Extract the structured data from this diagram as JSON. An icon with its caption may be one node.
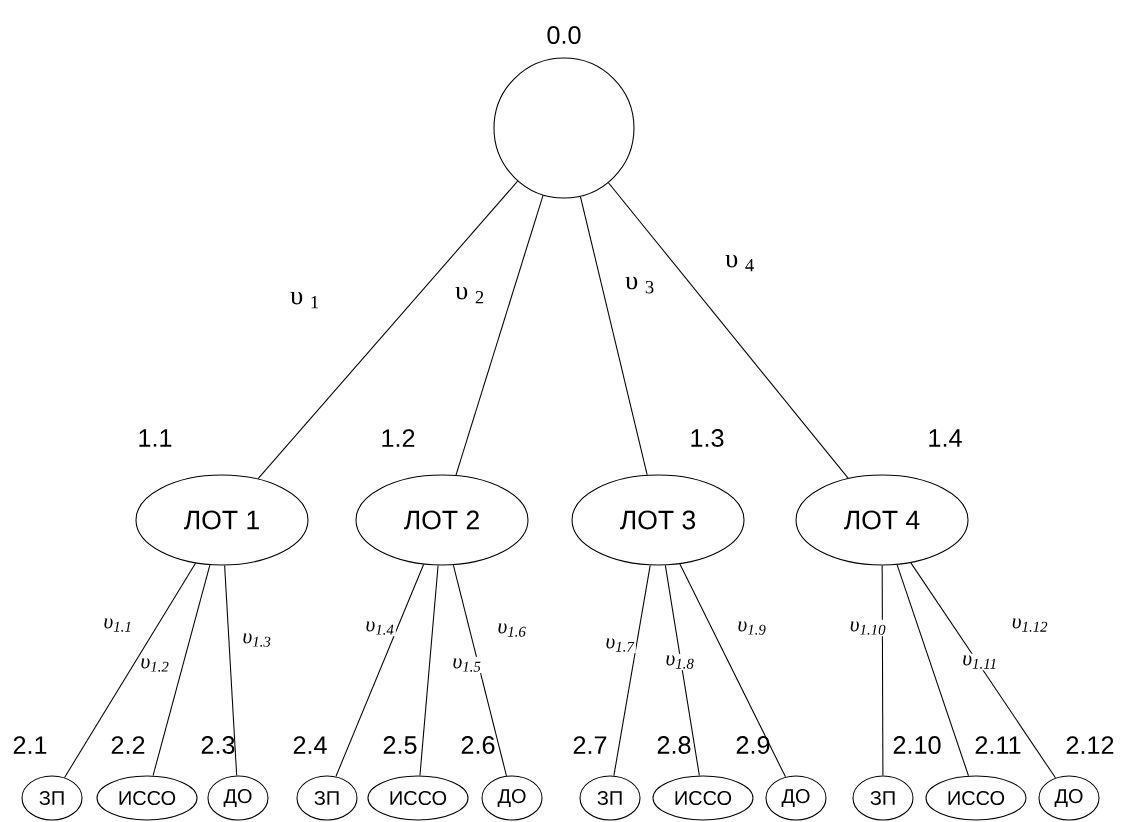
{
  "diagram": {
    "nodes": [
      {
        "text": [],
        "shape": "circle",
        "beside": [
          "0.0"
        ]
      },
      {
        "text": [
          "ЛОТ 1"
        ],
        "beside": [
          "1.1"
        ]
      },
      {
        "text": [
          "ЛОТ 2"
        ],
        "beside": [
          "1.2"
        ]
      },
      {
        "text": [
          "ЛОТ 3"
        ],
        "beside": [
          "1.3"
        ]
      },
      {
        "text": [
          "ЛОТ 4"
        ],
        "beside": [
          "1.4"
        ]
      },
      {
        "text": [
          "ЗП"
        ],
        "beside": [
          "2.1"
        ]
      },
      {
        "text": [
          "ИССО"
        ],
        "beside": [
          "2.2"
        ]
      },
      {
        "text": [
          "ДО"
        ],
        "beside": [
          "2.3"
        ]
      },
      {
        "text": [
          "ЗП"
        ],
        "beside": [
          "2.4"
        ]
      },
      {
        "text": [
          "ИССО"
        ],
        "beside": [
          "2.5"
        ]
      },
      {
        "text": [
          "ДО"
        ],
        "beside": [
          "2.6"
        ]
      },
      {
        "text": [
          "ЗП"
        ],
        "beside": [
          "2.7"
        ]
      },
      {
        "text": [
          "ИССО"
        ],
        "beside": [
          "2.8"
        ]
      },
      {
        "text": [
          "ДО"
        ],
        "beside": [
          "2.9"
        ]
      },
      {
        "text": [
          "ЗП"
        ],
        "beside": [
          "2.10"
        ]
      },
      {
        "text": [
          "ИССО"
        ],
        "beside": [
          "2.11"
        ]
      },
      {
        "text": [
          "ДО"
        ],
        "beside": [
          "2.12"
        ]
      }
    ],
    "edges": [
      {
        "from": 0,
        "to": 1,
        "arrow": "none",
        "label": "υ $_{1}$"
      },
      {
        "from": 0,
        "to": 2,
        "arrow": "none",
        "label": "υ $_{2}$"
      },
      {
        "from": 0,
        "to": 3,
        "arrow": "none",
        "label": "υ $_{3}$"
      },
      {
        "from": 0,
        "to": 4,
        "arrow": "none",
        "label": "υ $_{4}$"
      },
      {
        "from": 1,
        "to": 5,
        "arrow": "none",
        "label": "υ$_{1.1}$"
      },
      {
        "from": 1,
        "to": 6,
        "arrow": "none",
        "label": "υ$_{1.2}$"
      },
      {
        "from": 1,
        "to": 7,
        "arrow": "none",
        "label": "υ$_{1.3}$"
      },
      {
        "from": 2,
        "to": 8,
        "arrow": "none",
        "label": "υ$_{1.4}$"
      },
      {
        "from": 2,
        "to": 9,
        "arrow": "none",
        "label": "υ$_{1.5}$"
      },
      {
        "from": 2,
        "to": 10,
        "arrow": "none",
        "label": "υ$_{1.6}$"
      },
      {
        "from": 3,
        "to": 11,
        "arrow": "none",
        "label": "υ$_{1.7}$"
      },
      {
        "from": 3,
        "to": 12,
        "arrow": "none",
        "label": "υ$_{1.8}$"
      },
      {
        "from": 3,
        "to": 13,
        "arrow": "none",
        "label": "υ$_{1.9}$"
      },
      {
        "from": 4,
        "to": 14,
        "arrow": "none",
        "label": "υ$_{1.10}$"
      },
      {
        "from": 4,
        "to": 15,
        "arrow": "none",
        "label": "υ$_{1.11}$"
      },
      {
        "from": 4,
        "to": 16,
        "arrow": "none",
        "label": "υ$_{1.12}$"
      }
    ]
  }
}
